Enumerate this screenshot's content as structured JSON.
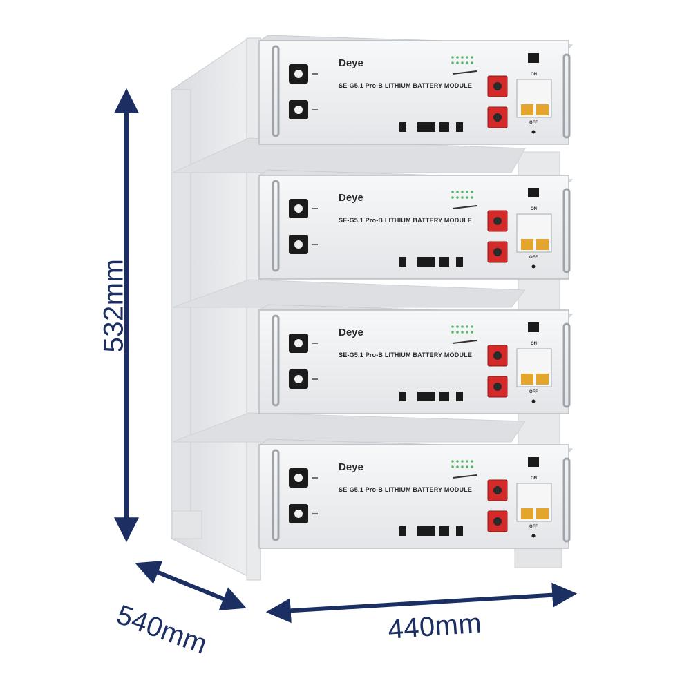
{
  "product_image": {
    "dimensions": {
      "height": "532mm",
      "depth": "540mm",
      "width": "440mm"
    },
    "module": {
      "brand": "Deye",
      "model_text": "SE-G5.1 Pro-B LITHIUM BATTERY MODULE",
      "count": 4,
      "switch_on": "ON",
      "switch_off": "OFF"
    },
    "colors": {
      "arrow": "#1b2f63",
      "terminal_red": "#d52a2a",
      "panel": "#f1f2f3",
      "rack": "#e6e7e9"
    }
  }
}
